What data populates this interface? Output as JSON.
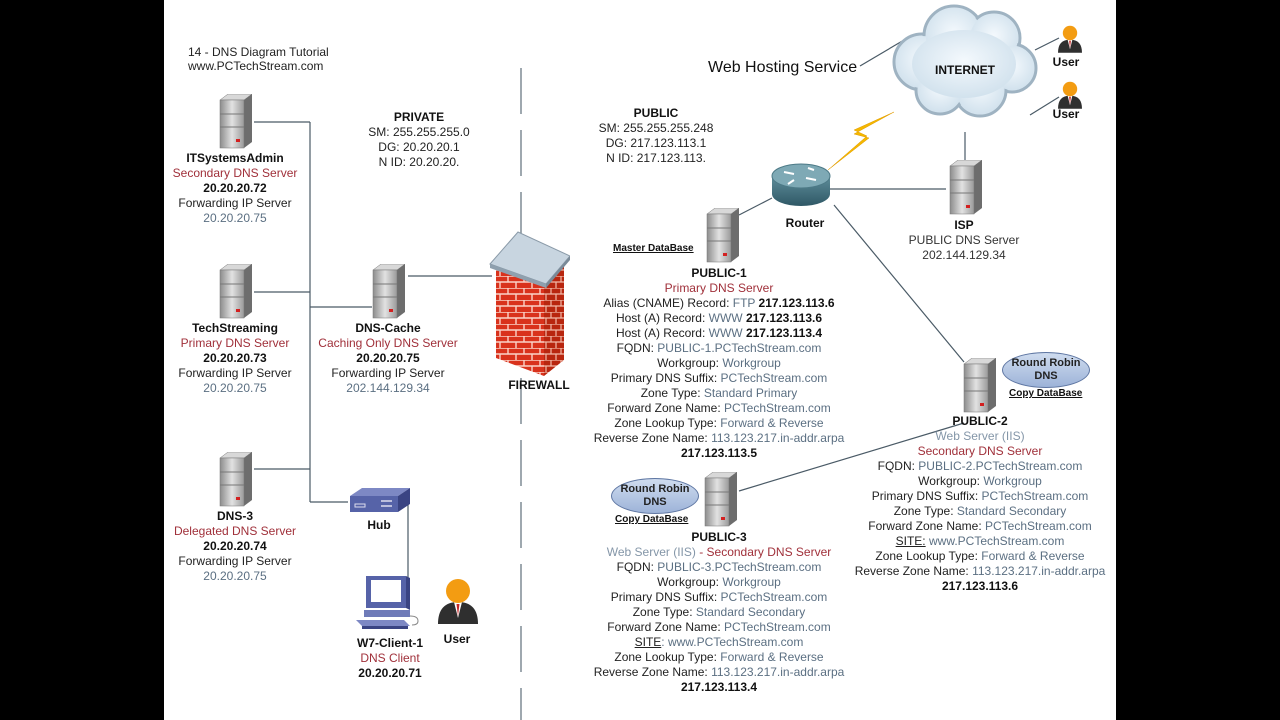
{
  "header": {
    "line1": "14 - DNS Diagram Tutorial",
    "line2": "www.PCTechStream.com"
  },
  "zones": {
    "private": {
      "title": "PRIVATE",
      "sm": "SM: 255.255.255.0",
      "dg": "DG: 20.20.20.1",
      "nid": "N ID: 20.20.20."
    },
    "public": {
      "title": "PUBLIC",
      "sm": "SM: 255.255.255.248",
      "dg": "DG: 217.123.113.1",
      "nid": "N ID: 217.123.113."
    }
  },
  "web_hosting_label": "Web Hosting Service",
  "internet_label": "INTERNET",
  "firewall_label": "FIREWALL",
  "router_label": "Router",
  "hub_label": "Hub",
  "users": [
    {
      "label": "User"
    },
    {
      "label": "User"
    },
    {
      "label": "User"
    }
  ],
  "private_servers": [
    {
      "name": "ITSystemsAdmin",
      "role": "Secondary DNS Server",
      "ip": "20.20.20.72",
      "fwd_label": "Forwarding IP Server",
      "fwd_ip": "20.20.20.75"
    },
    {
      "name": "TechStreaming",
      "role": "Primary DNS Server",
      "ip": "20.20.20.73",
      "fwd_label": "Forwarding IP Server",
      "fwd_ip": "20.20.20.75"
    },
    {
      "name": "DNS-3",
      "role": "Delegated DNS Server",
      "ip": "20.20.20.74",
      "fwd_label": "Forwarding IP Server",
      "fwd_ip": "20.20.20.75"
    },
    {
      "name": "DNS-Cache",
      "role": "Caching Only DNS Server",
      "ip": "20.20.20.75",
      "fwd_label": "Forwarding IP Server",
      "fwd_ip": "202.144.129.34"
    }
  ],
  "client": {
    "name": "W7-Client-1",
    "role": "DNS Client",
    "ip": "20.20.20.71"
  },
  "isp": {
    "name": "ISP",
    "role": "PUBLIC DNS Server",
    "ip": "202.144.129.34"
  },
  "public1": {
    "tag": "Master DataBase",
    "name": "PUBLIC-1",
    "role": "Primary DNS Server",
    "records": [
      {
        "label": "Alias (CNAME) Record: ",
        "val": "FTP ",
        "ip": "217.123.113.6"
      },
      {
        "label": "Host (A) Record: ",
        "val": "WWW ",
        "ip": "217.123.113.6"
      },
      {
        "label": "Host (A) Record: ",
        "val": "WWW ",
        "ip": "217.123.113.4"
      }
    ],
    "fields": [
      {
        "label": "FQDN: ",
        "val": "PUBLIC-1.PCTechStream.com"
      },
      {
        "label": "Workgroup: ",
        "val": "Workgroup"
      },
      {
        "label": "Primary DNS Suffix: ",
        "val": "PCTechStream.com"
      },
      {
        "label": "Zone Type: ",
        "val": "Standard Primary"
      },
      {
        "label": "Forward Zone Name: ",
        "val": "PCTechStream.com"
      },
      {
        "label": "Zone Lookup Type: ",
        "val": "Forward & Reverse"
      },
      {
        "label": "Reverse Zone Name: ",
        "val": "113.123.217.in-addr.arpa"
      }
    ],
    "ip": "217.123.113.5"
  },
  "public2": {
    "bubble": [
      "Round Robin",
      "DNS"
    ],
    "tag": "Copy DataBase",
    "name": "PUBLIC-2",
    "web": "Web Server (IIS)",
    "role": "Secondary DNS Server",
    "fields": [
      {
        "label": "FQDN: ",
        "val": "PUBLIC-2.PCTechStream.com"
      },
      {
        "label": "Workgroup: ",
        "val": "Workgroup"
      },
      {
        "label": "Primary DNS Suffix: ",
        "val": "PCTechStream.com"
      },
      {
        "label": "Zone Type: ",
        "val": "Standard Secondary"
      },
      {
        "label": "Forward Zone Name: ",
        "val": "PCTechStream.com"
      },
      {
        "label": "SITE:",
        "val": " www.PCTechStream.com",
        "underline": true
      },
      {
        "label": "Zone Lookup Type: ",
        "val": "Forward & Reverse"
      },
      {
        "label": "Reverse Zone Name: ",
        "val": "113.123.217.in-addr.arpa"
      }
    ],
    "ip": "217.123.113.6"
  },
  "public3": {
    "bubble": [
      "Round Robin",
      "DNS"
    ],
    "tag": "Copy DataBase",
    "name": "PUBLIC-3",
    "web": "Web Server (IIS)",
    "role": " - Secondary DNS Server",
    "fields": [
      {
        "label": "FQDN: ",
        "val": "PUBLIC-3.PCTechStream.com"
      },
      {
        "label": "Workgroup: ",
        "val": "Workgroup"
      },
      {
        "label": "Primary DNS Suffix: ",
        "val": "PCTechStream.com"
      },
      {
        "label": "Zone Type: ",
        "val": "Standard Secondary"
      },
      {
        "label": "Forward Zone Name: ",
        "val": "PCTechStream.com"
      },
      {
        "label": "SITE",
        "val": ": www.PCTechStream.com",
        "underline": true
      },
      {
        "label": "Zone Lookup Type: ",
        "val": "Forward & Reverse"
      },
      {
        "label": "Reverse Zone Name: ",
        "val": "113.123.217.in-addr.arpa"
      }
    ],
    "ip": "217.123.113.4"
  },
  "colors": {
    "role": "#a0303a",
    "value": "#5b6f82",
    "link": "#44545f",
    "bolt": "#f5b800",
    "hub": "#4c5a9e",
    "brick": "#d9321c"
  }
}
